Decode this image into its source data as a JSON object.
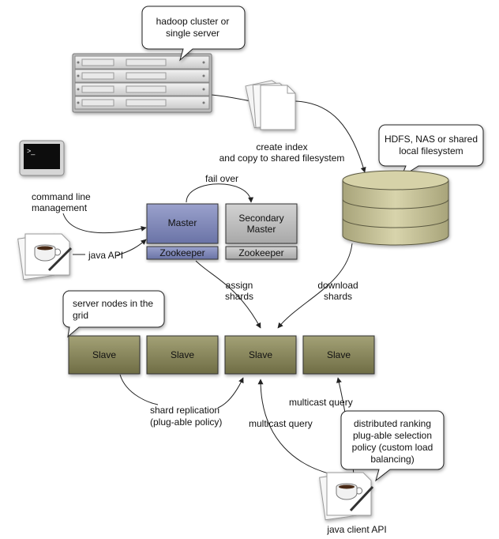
{
  "callouts": {
    "cluster": [
      "hadoop cluster or",
      "single server"
    ],
    "storage": [
      "HDFS, NAS or shared",
      "local filesystem"
    ],
    "grid": [
      "server nodes in the",
      "grid"
    ],
    "ranking": [
      "distributed ranking",
      "plug-able selection",
      "policy (custom load",
      "balancing)"
    ]
  },
  "labels": {
    "create_index": [
      "create index",
      "and copy to shared filesystem"
    ],
    "command_line": [
      "command line",
      "management"
    ],
    "java_api": "java API",
    "fail_over": "fail over",
    "assign_shards": [
      "assign",
      "shards"
    ],
    "download_shards": [
      "download",
      "shards"
    ],
    "shard_replication": [
      "shard replication",
      "(plug-able policy)"
    ],
    "multicast_query_1": "multicast query",
    "multicast_query_2": "multicast query",
    "java_client_api": "java client API"
  },
  "nodes": {
    "master": "Master",
    "secondary_master": [
      "Secondary",
      "Master"
    ],
    "zookeeper_primary": "Zookeeper",
    "zookeeper_secondary": "Zookeeper",
    "slaves": [
      "Slave",
      "Slave",
      "Slave",
      "Slave"
    ]
  },
  "colors": {
    "master": "#8089b8",
    "secondary": "#c2c2c2",
    "slave": "#8c8a5c",
    "disk": "#c8c49a",
    "line": "#222222"
  },
  "icons": [
    "server-rack-icon",
    "documents-icon",
    "database-icon",
    "terminal-icon",
    "java-document-icon",
    "java-client-icon"
  ]
}
